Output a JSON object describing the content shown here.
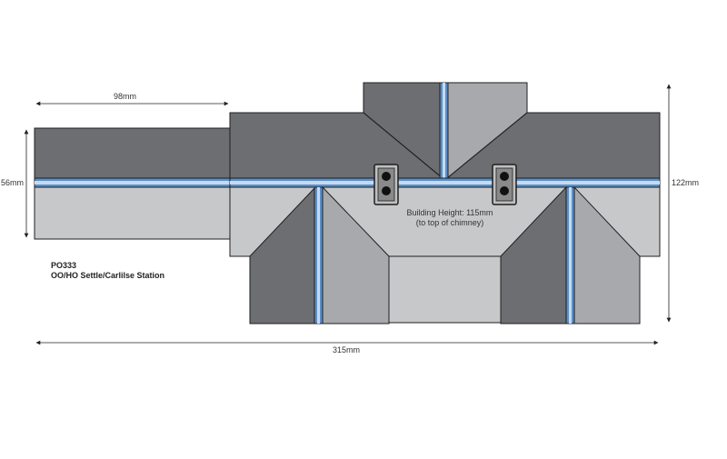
{
  "diagram": {
    "dimensions": {
      "width_left": "98mm",
      "depth_left": "56mm",
      "height_right": "122mm",
      "total_width": "315mm"
    },
    "product": {
      "code": "PO333",
      "name": "OO/HO Settle/Carlilse Station"
    },
    "note": {
      "line1": "Building Height: 115mm",
      "line2": "(to top of chimney)"
    },
    "colors": {
      "roof_dark": "#6d6e71",
      "roof_mid": "#a7a9ac",
      "wall_light": "#c7c8ca",
      "ridge_blue": "#5b8fc9",
      "ridge_light": "#c5daf0",
      "outline": "#1f1f1f"
    },
    "icons": [
      "chimney-icon"
    ]
  }
}
